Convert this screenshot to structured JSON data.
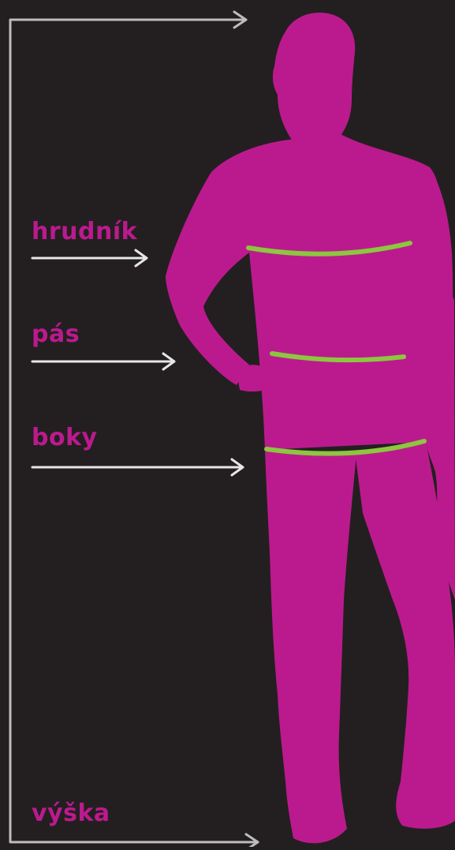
{
  "colors": {
    "background": "#231f20",
    "figure": "#bb1a8e",
    "measure_line": "#8dc63f",
    "arrow": "#e6e6e6",
    "height_bracket": "#bdbdbd",
    "label_text": "#bb1a8e"
  },
  "labels": {
    "chest": "hrudník",
    "waist": "pás",
    "hips": "boky",
    "height": "výška"
  }
}
